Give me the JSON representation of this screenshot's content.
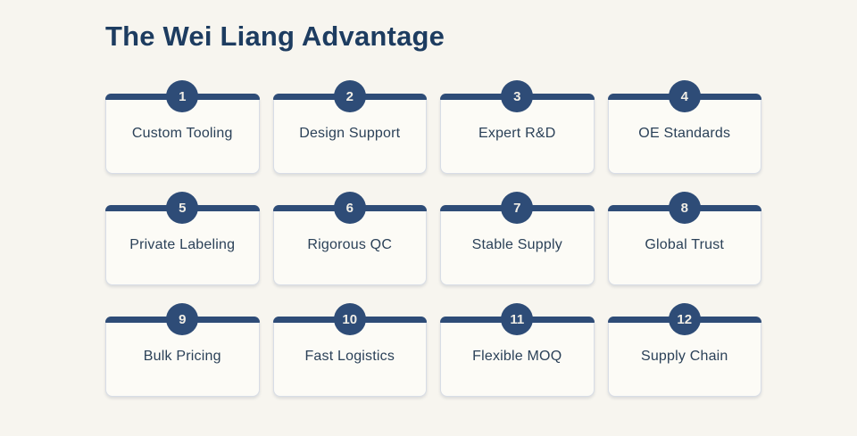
{
  "page": {
    "title": "The Wei Liang Advantage"
  },
  "colors": {
    "background": "#f7f5ef",
    "card_background": "#fcfbf6",
    "card_border": "#d8dde6",
    "accent_navy": "#2e4c77",
    "title_text": "#1d3c60",
    "label_text": "#2b4158",
    "badge_text": "#f1eee6"
  },
  "cards": [
    {
      "number": "1",
      "label": "Custom Tooling"
    },
    {
      "number": "2",
      "label": "Design Support"
    },
    {
      "number": "3",
      "label": "Expert R&D"
    },
    {
      "number": "4",
      "label": "OE Standards"
    },
    {
      "number": "5",
      "label": "Private Labeling"
    },
    {
      "number": "6",
      "label": "Rigorous QC"
    },
    {
      "number": "7",
      "label": "Stable Supply"
    },
    {
      "number": "8",
      "label": "Global Trust"
    },
    {
      "number": "9",
      "label": "Bulk Pricing"
    },
    {
      "number": "10",
      "label": "Fast Logistics"
    },
    {
      "number": "11",
      "label": "Flexible MOQ"
    },
    {
      "number": "12",
      "label": "Supply Chain"
    }
  ]
}
